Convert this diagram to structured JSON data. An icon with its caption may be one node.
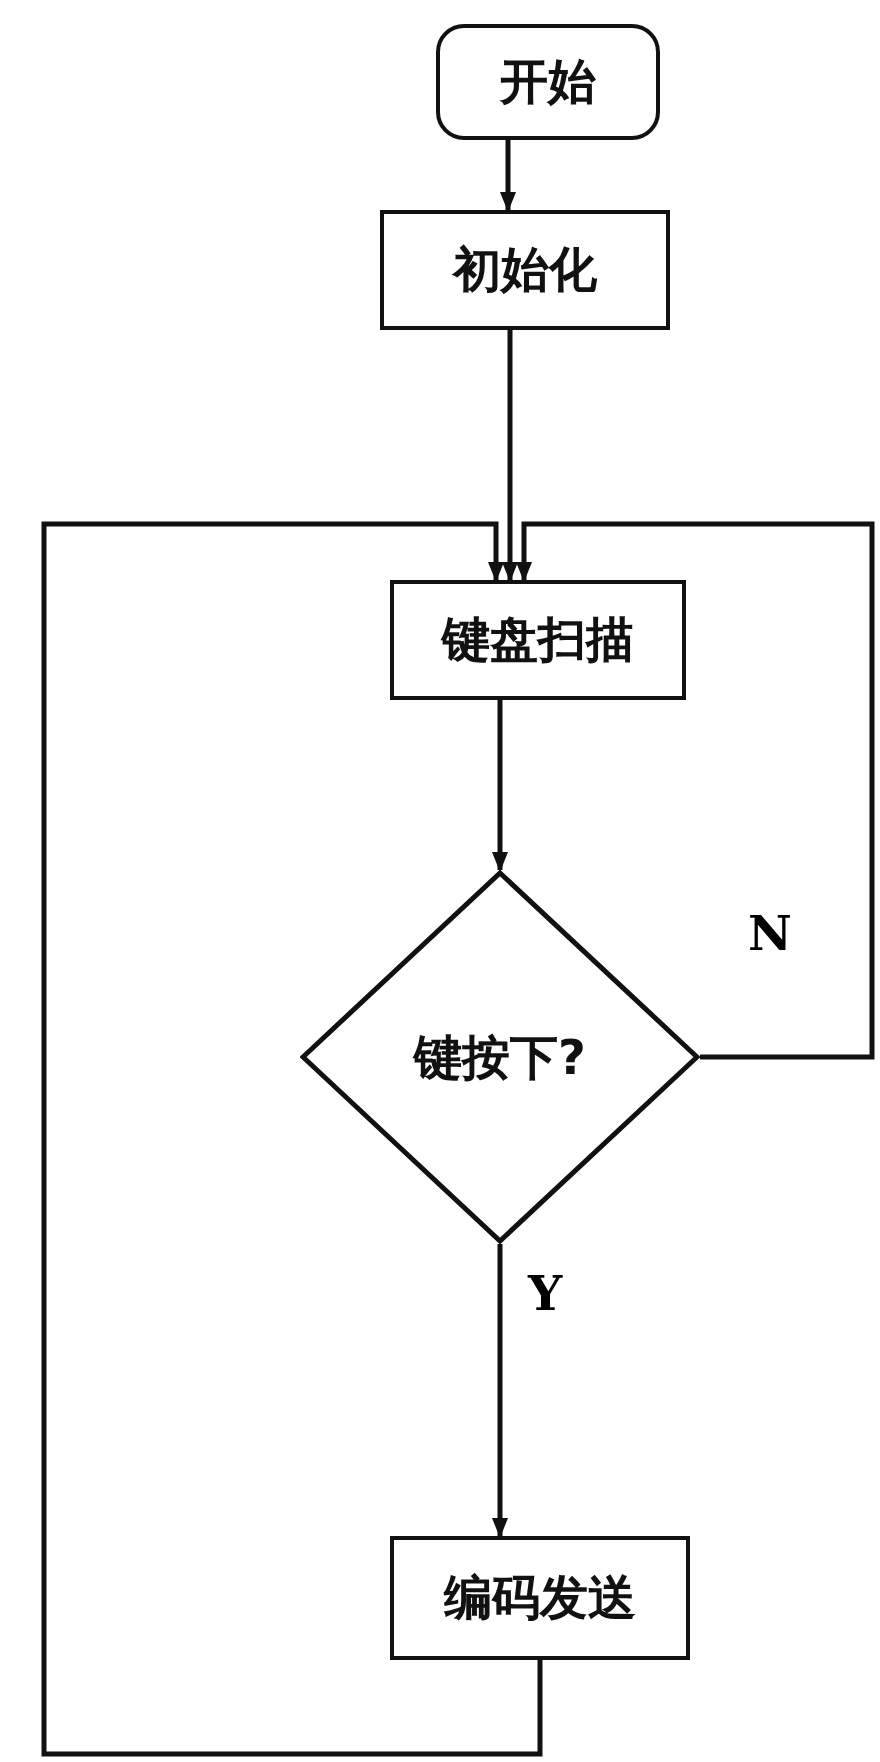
{
  "diagram": {
    "nodes": [
      {
        "text": [
          "开始"
        ]
      },
      {
        "text": [
          "初始化"
        ]
      },
      {
        "text": [
          "键盘扫描"
        ]
      },
      {
        "text": [
          "键按下?"
        ]
      },
      {
        "text": [
          "编码发送"
        ]
      }
    ],
    "edges": [
      {
        "from": 0,
        "to": 1,
        "arrow": "to"
      },
      {
        "from": 1,
        "to": 2,
        "arrow": "to"
      },
      {
        "from": 2,
        "to": 3,
        "arrow": "to"
      },
      {
        "from": 3,
        "to": 2,
        "arrow": "to",
        "label": "N"
      },
      {
        "from": 3,
        "to": 4,
        "arrow": "to",
        "label": "Y"
      },
      {
        "from": 4,
        "to": 2,
        "arrow": "to"
      }
    ]
  }
}
